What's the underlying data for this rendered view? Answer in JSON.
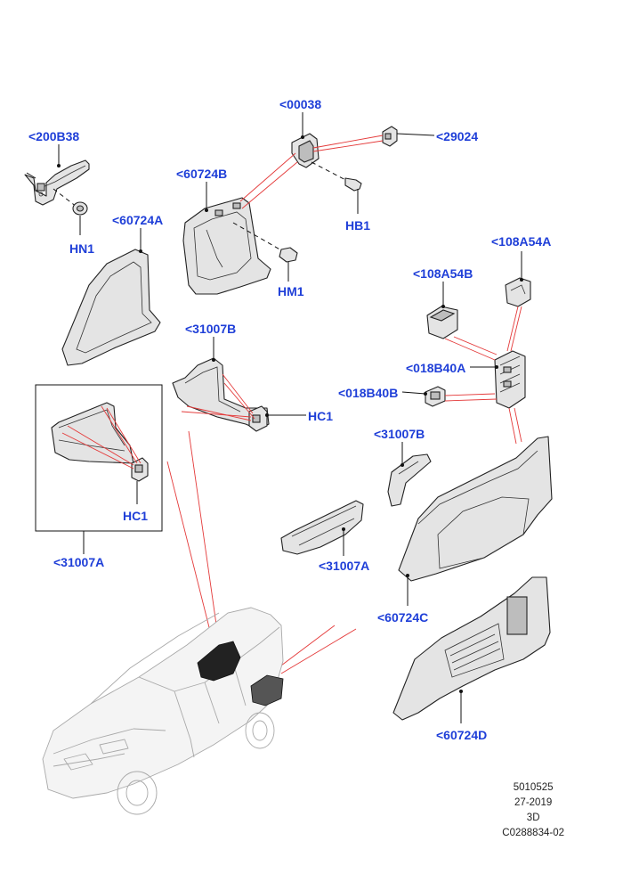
{
  "callouts": {
    "c200B38": "<200B38",
    "cHN1": "HN1",
    "c00038": "<00038",
    "c29024": "<29024",
    "c60724B": "<60724B",
    "cHB1": "HB1",
    "c60724A": "<60724A",
    "cHM1": "HM1",
    "c108A54A": "<108A54A",
    "c108A54B": "<108A54B",
    "c31007B_top": "<31007B",
    "c018B40A": "<018B40A",
    "c018B40B": "<018B40B",
    "cHC1_mid": "HC1",
    "c31007B_right": "<31007B",
    "cHC1_box": "HC1",
    "c31007A_box": "<31007A",
    "c31007A_mid": "<31007A",
    "c60724C": "<60724C",
    "c60724D": "<60724D"
  },
  "footer": {
    "line1": "5010525",
    "line2": "27-2019",
    "line3": "3D",
    "line4": "C0288834-02"
  },
  "colors": {
    "callout": "#1f3fd8",
    "leader_red": "#e43a3a",
    "vehicle_outline": "#a9a9a9"
  }
}
